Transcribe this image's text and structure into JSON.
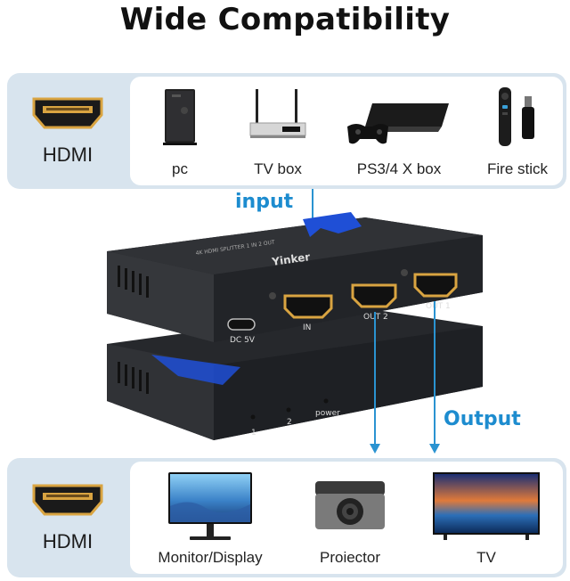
{
  "title": "Wide Compatibility",
  "input_panel": {
    "hdmi_label": "HDMI",
    "sources": [
      {
        "label": "pc",
        "icon": "pc-tower-icon"
      },
      {
        "label": "TV box",
        "icon": "tv-box-icon"
      },
      {
        "label": "PS3/4 X box",
        "icon": "game-console-icon"
      },
      {
        "label": "Fire stick",
        "icon": "fire-stick-icon"
      }
    ]
  },
  "flow": {
    "input_label": "input",
    "output_label": "Output"
  },
  "device": {
    "brand": "Yinker",
    "model_text": "4K HDMI SPLITTER 1 IN 2 OUT",
    "port_in": "IN",
    "port_out2": "OUT 2",
    "port_out1": "OUT 1",
    "power_port": "DC 5V",
    "led_1": "1",
    "led_2": "2",
    "led_power": "power"
  },
  "output_panel": {
    "hdmi_label": "HDMI",
    "displays": [
      {
        "label": "Monitor/Display",
        "icon": "monitor-icon"
      },
      {
        "label": "Proiector",
        "icon": "projector-icon"
      },
      {
        "label": "TV",
        "icon": "tv-icon"
      }
    ]
  },
  "colors": {
    "accent": "#1d8ccf",
    "panel": "#d8e4ee",
    "device": "#2a2c30",
    "hdmi_gold": "#d9a441"
  }
}
